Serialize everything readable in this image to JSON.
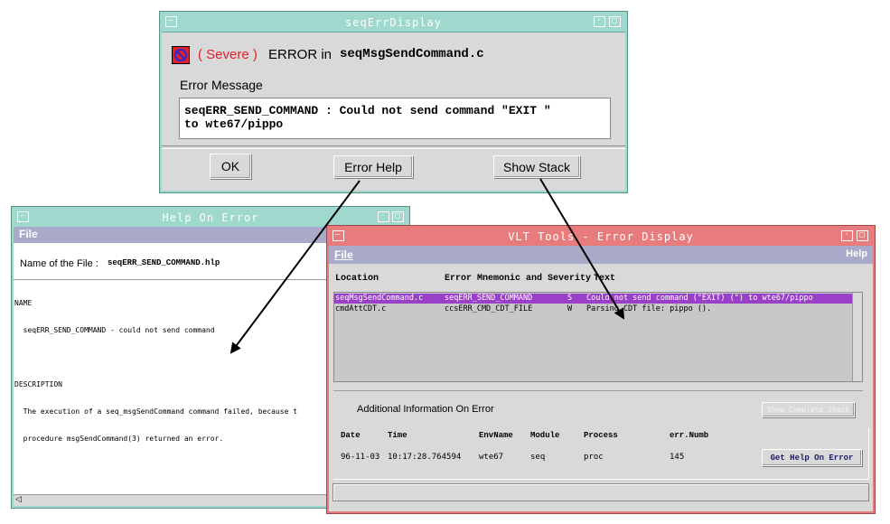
{
  "seq_dialog": {
    "title": "seqErrDisplay",
    "severity": "( Severe )",
    "error_in": "ERROR in",
    "source_file": "seqMsgSendCommand.c",
    "message_label": "Error Message",
    "message_line1": "seqERR_SEND_COMMAND : Could not send command \"EXIT \"",
    "message_line2": "to wte67/pippo",
    "ok_label": "OK",
    "help_label": "Error Help",
    "stack_label": "Show Stack"
  },
  "help_window": {
    "title": "Help On Error",
    "menu_file": "File",
    "file_label": "Name of the File :",
    "file_name": "seqERR_SEND_COMMAND.hlp",
    "name_head": "NAME",
    "name_text": "  seqERR_SEND_COMMAND - could not send command",
    "desc_head": "DESCRIPTION",
    "desc_line1": "  The execution of a seq_msgSendCommand command failed, because t",
    "desc_line2": "  procedure msgSendCommand(3) returned an error."
  },
  "vlt_window": {
    "title": "VLT Tools - Error Display",
    "menu_file": "File",
    "menu_help": "Help",
    "col_location": "Location",
    "col_mnemonic": "Error Mnemonic and Severity",
    "col_text": "Text",
    "rows": [
      {
        "location": "seqMsgSendCommand.c",
        "mnemonic": "seqERR_SEND_COMMAND",
        "sev": "S",
        "text": "Could not send command (\"EXIT) (\") to wte67/pippo"
      },
      {
        "location": "cmdAttCDT.c",
        "mnemonic": "ccsERR_CMD_CDT_FILE",
        "sev": "W",
        "text": "Parsing CDT file: pippo ()."
      }
    ],
    "additional_info": "Additional Information On Error",
    "show_stack_btn": "Show Complete Stack",
    "info_headers": [
      "Date",
      "Time",
      "EnvName",
      "Module",
      "Process",
      "err.Numb"
    ],
    "info_values": [
      "96-11-03",
      "10:17:28.764594",
      "wte67",
      "seq",
      "proc",
      "145"
    ],
    "get_help_btn": "Get Help On Error"
  },
  "colors": {
    "teal_title": "#9fd8cc",
    "pink_title": "#e87c7c",
    "menu_bar": "#a9a9c9",
    "selected_row": "#9a3fc8",
    "severity_red": "#e0202a"
  }
}
